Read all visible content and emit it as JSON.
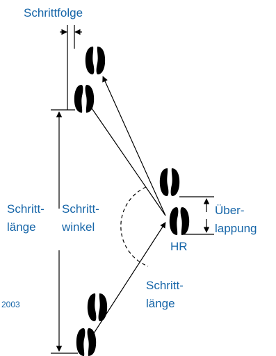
{
  "labels": {
    "step_sequence": "Schrittfolge",
    "step_length_left_1": "Schritt-",
    "step_length_left_2": "länge",
    "step_angle_1": "Schritt-",
    "step_angle_2": "winkel",
    "overlap_1": "Über-",
    "overlap_2": "lappung",
    "hind_right": "HR",
    "step_length_right_1": "Schritt-",
    "step_length_right_2": "länge",
    "year": "2003"
  },
  "colors": {
    "text": "#1565a8",
    "lines": "#000000",
    "hoof": "#000000"
  }
}
